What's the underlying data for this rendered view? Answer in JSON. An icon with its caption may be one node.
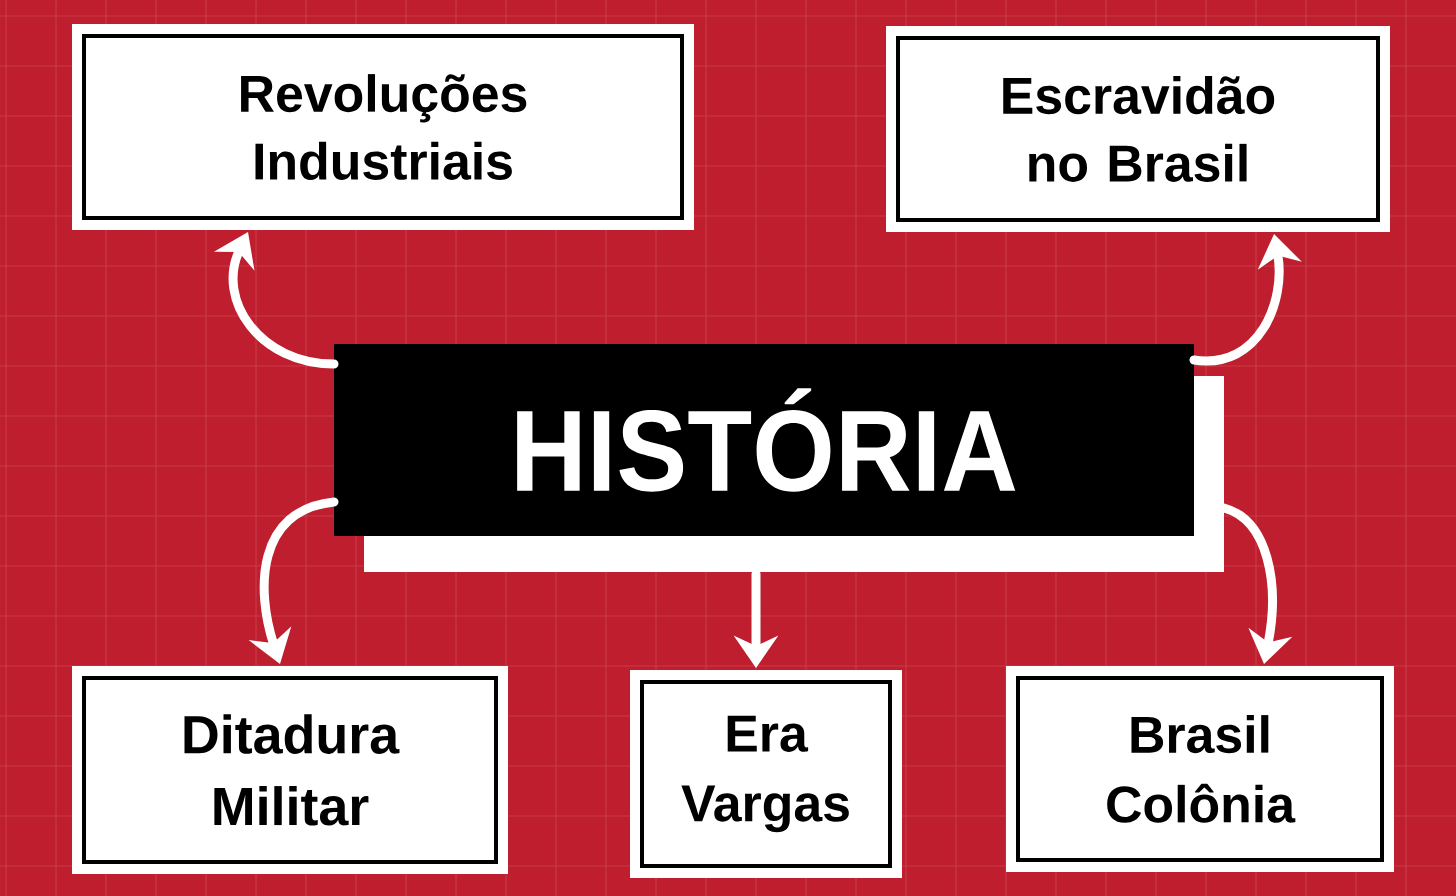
{
  "diagram": {
    "nodes": [
      {
        "text": [
          "Revoluções Industriais"
        ]
      },
      {
        "text": [
          "Escravidão no Brasil"
        ]
      },
      {
        "text": [
          "HISTÓRIA"
        ]
      },
      {
        "text": [
          "Ditadura Militar"
        ]
      },
      {
        "text": [
          "Era Vargas"
        ]
      },
      {
        "text": [
          "Brasil Colônia"
        ]
      }
    ],
    "edges": [
      {
        "from": 2,
        "to": 0,
        "arrow": "to"
      },
      {
        "from": 2,
        "to": 1,
        "arrow": "to"
      },
      {
        "from": 2,
        "to": 3,
        "arrow": "to"
      },
      {
        "from": 2,
        "to": 4,
        "arrow": "to"
      },
      {
        "from": 2,
        "to": 5,
        "arrow": "to"
      }
    ]
  }
}
